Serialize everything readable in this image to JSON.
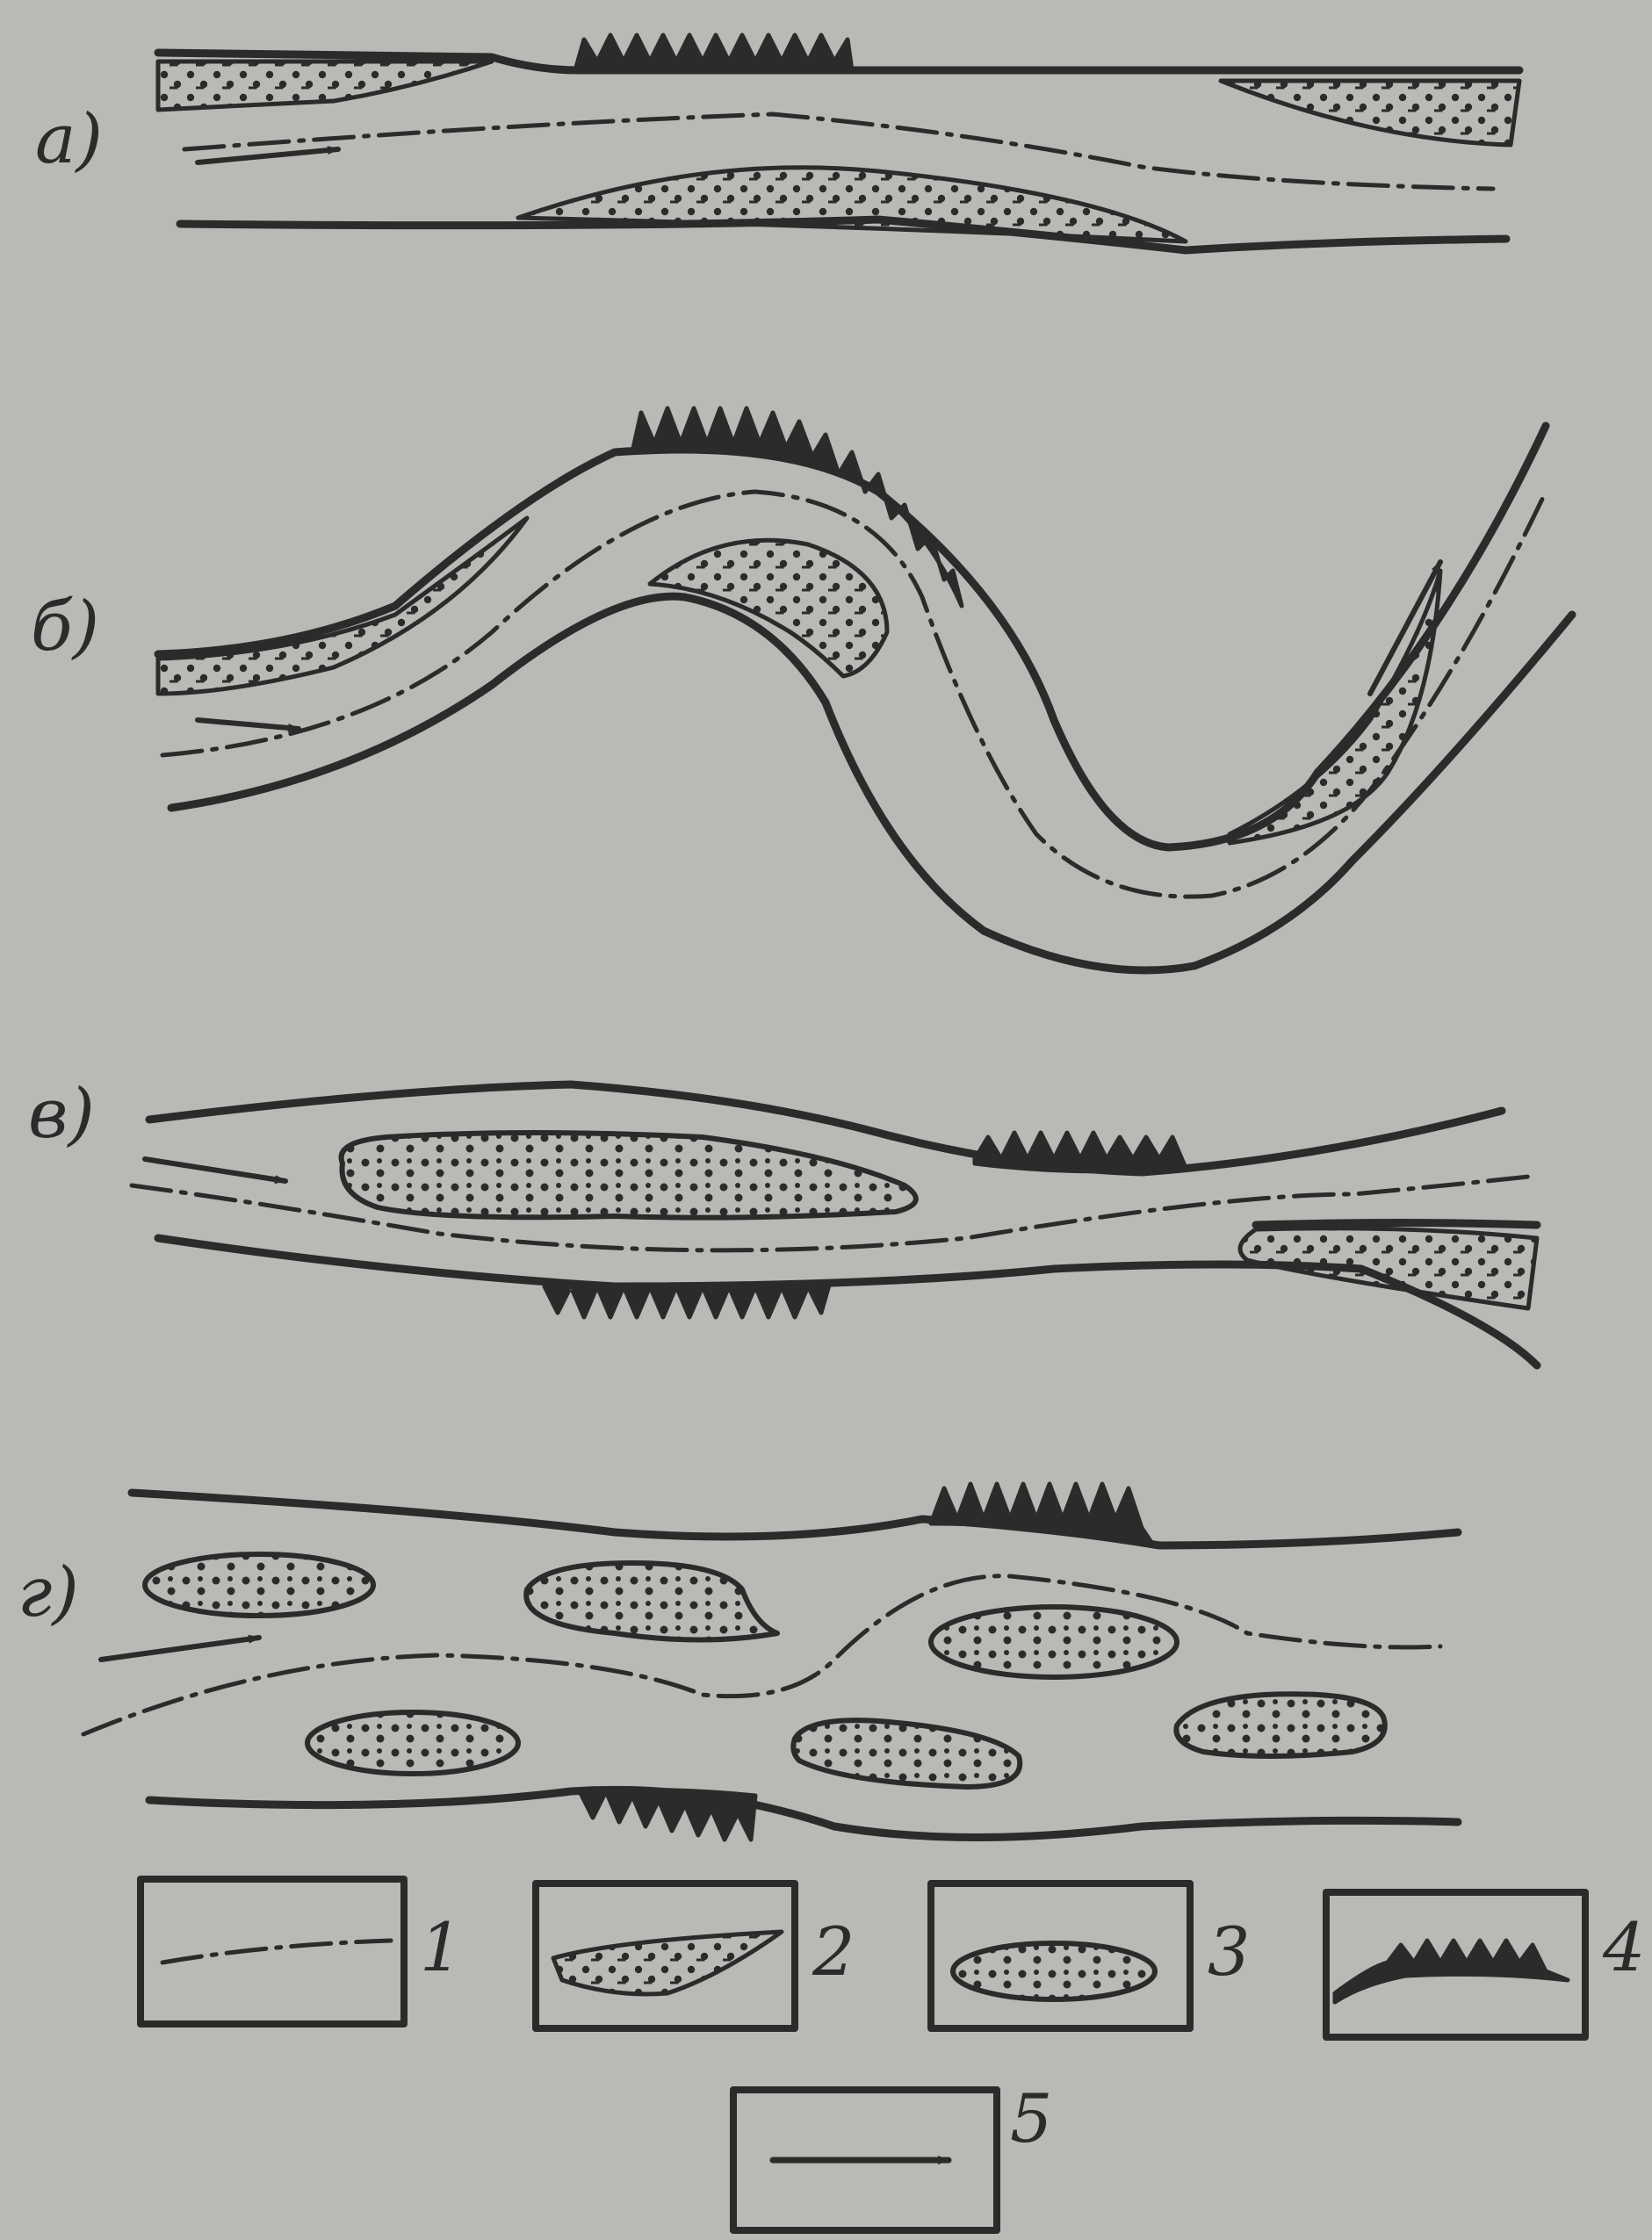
{
  "panels": [
    {
      "label": "а)"
    },
    {
      "label": "б)"
    },
    {
      "label": "в)"
    },
    {
      "label": "г)"
    }
  ],
  "legend": [
    {
      "label": "1",
      "symbol": "channel-axis-line"
    },
    {
      "label": "2",
      "symbol": "sand-bar-lens"
    },
    {
      "label": "3",
      "symbol": "sand-island"
    },
    {
      "label": "4",
      "symbol": "erosion-bank"
    },
    {
      "label": "5",
      "symbol": "flow-direction-arrow"
    }
  ],
  "colors": {
    "background": "#b9b9b6",
    "ink": "#2b2b2b"
  }
}
